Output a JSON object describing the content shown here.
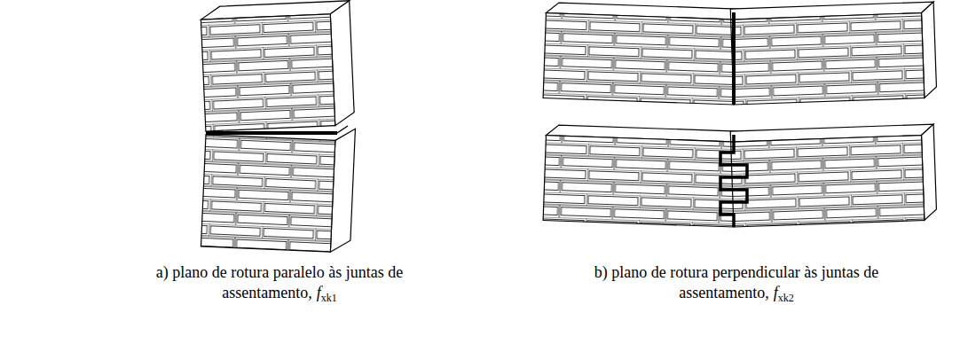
{
  "diagram": {
    "labels": [
      "a) plano de rotura paralelo às juntas de assentamento,",
      "f",
      "xk1",
      "b) plano de rotura perpendicular às juntas de assentamento,",
      "f",
      "xk2"
    ]
  }
}
